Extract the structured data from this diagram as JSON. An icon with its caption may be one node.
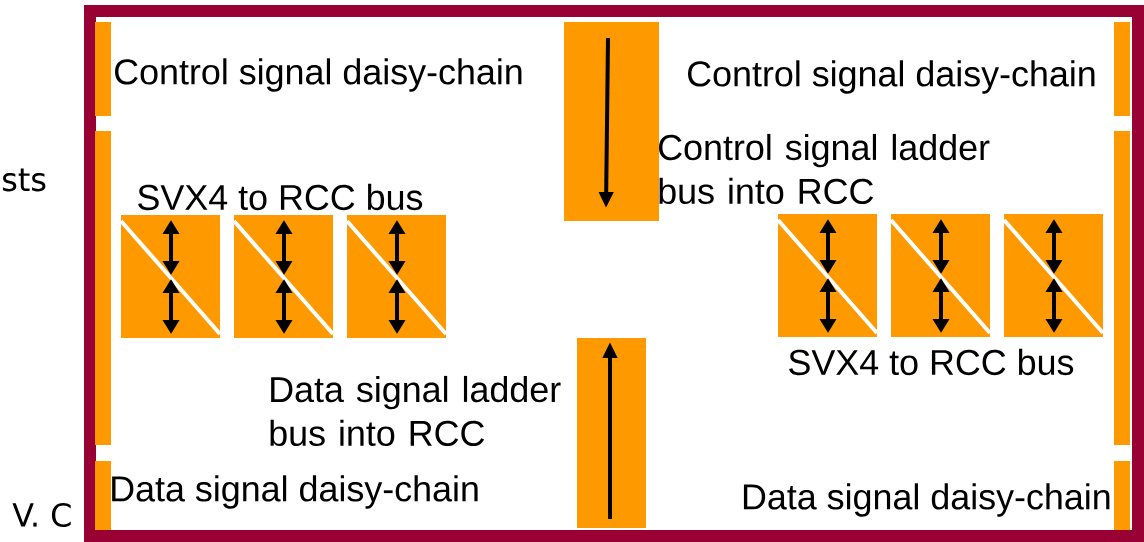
{
  "diagram": {
    "labels": [
      "Control signal daisy-chain",
      "Control signal daisy-chain",
      "Control signal ladder bus into RCC",
      "sts",
      "SVX4 to RCC bus",
      "SVX4 to RCC bus",
      "Data signal ladder bus into RCC",
      "V. C",
      "Data signal daisy-chain",
      "Data signal daisy-chain"
    ]
  }
}
